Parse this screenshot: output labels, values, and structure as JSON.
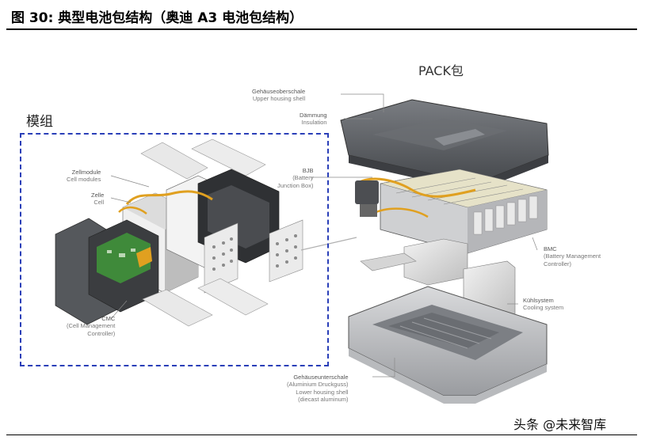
{
  "figure": {
    "title": "图 30: 典型电池包结构（奥迪 A3 电池包结构）"
  },
  "labels": {
    "pack": "PACK包",
    "module": "模组"
  },
  "callouts": {
    "upper_housing": {
      "de": "Gehäuseoberschale",
      "en": "Upper housing shell"
    },
    "insulation": {
      "de": "Dämmung",
      "en": "Insulation"
    },
    "bjb": {
      "de": "BJB",
      "en1": "(Battery",
      "en2": "Junction Box)"
    },
    "cell_modules": {
      "de": "Zellmodule",
      "en": "Cell modules"
    },
    "cell": {
      "de": "Zelle",
      "en": "Cell"
    },
    "bmc": {
      "de": "BMC",
      "en1": "(Battery Management",
      "en2": "Controller)"
    },
    "cooling": {
      "de": "Kühlsystem",
      "en": "Cooling system"
    },
    "cmc": {
      "de": "CMC",
      "en1": "(Cell Management",
      "en2": "Controller)"
    },
    "lower_housing": {
      "de": "Gehäuseunterschale",
      "de2": "(Aluminium Druckguss)",
      "en1": "Lower housing shell",
      "en2": "(diecast aluminum)"
    }
  },
  "watermark": "头条 @未来智库",
  "colors": {
    "dashed_frame": "#2a3fb8",
    "housing": "#5a5d62",
    "cell_face": "#e8e8e8",
    "wiring": "#e0a020",
    "pcb": "#3f8a3a"
  }
}
